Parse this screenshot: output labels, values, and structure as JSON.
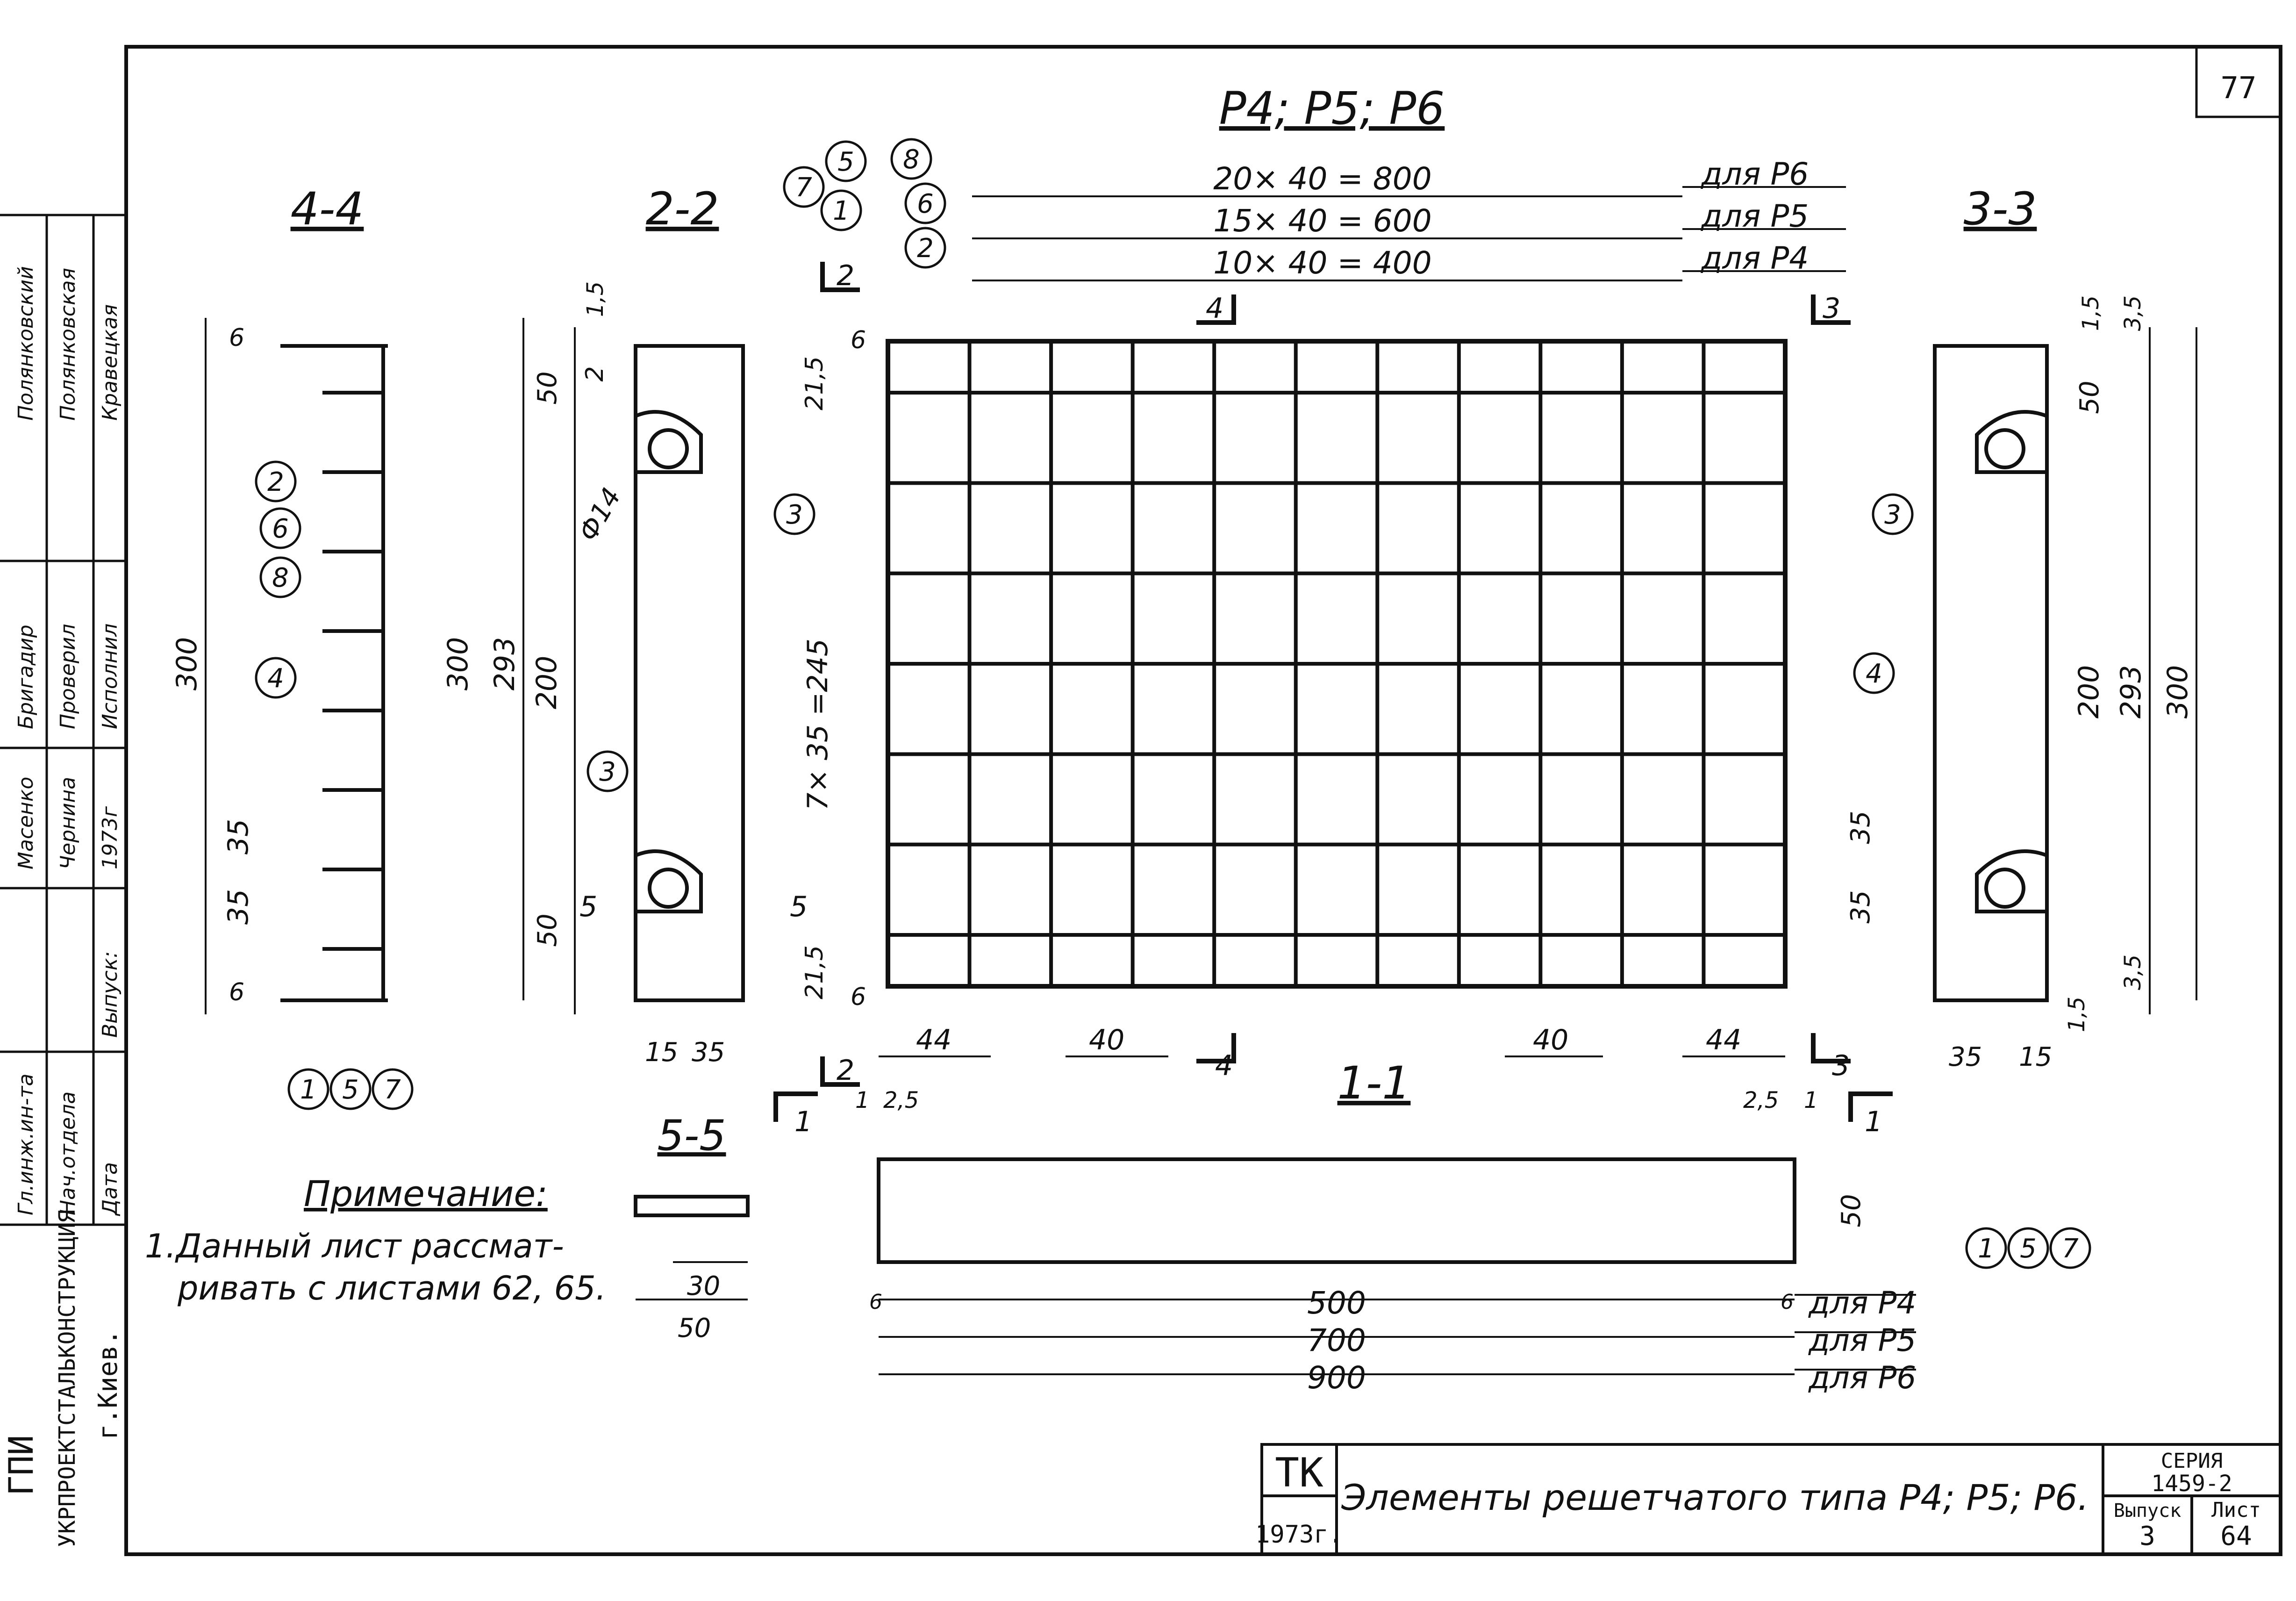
{
  "sheet_number": "77",
  "title": "P4; P5; P6",
  "sections": {
    "s44": "4-4",
    "s22": "2-2",
    "s33": "3-3",
    "s11": "1-1",
    "s55": "5-5",
    "cut2": "2",
    "cut4": "4",
    "cut3": "3",
    "cut1": "1",
    "cut5": "5"
  },
  "top_dims": [
    {
      "expr": "20× 40 = 800",
      "for": "для P6"
    },
    {
      "expr": "15× 40 = 600",
      "for": "для P5"
    },
    {
      "expr": "10× 40 = 400",
      "for": "для P4"
    }
  ],
  "bottom_dims": [
    {
      "value": "500",
      "for": "для P4"
    },
    {
      "value": "700",
      "for": "для P5"
    },
    {
      "value": "900",
      "for": "для P6"
    }
  ],
  "dims": {
    "d6": "6",
    "d300": "300",
    "d35": "35",
    "d15": "15",
    "d1_5": "1,5",
    "d50": "50",
    "d2": "2",
    "d200": "200",
    "d293": "293",
    "d21_5": "21,5",
    "d7x35": "7× 35 =245",
    "d44": "44",
    "d40": "40",
    "d2_5": "2,5",
    "d1": "1",
    "d3_5": "3,5",
    "d30": "30",
    "d14": "Ф14"
  },
  "callouts": {
    "c1": "1",
    "c2": "2",
    "c3": "3",
    "c4": "4",
    "c5": "5",
    "c6": "6",
    "c7": "7",
    "c8": "8"
  },
  "note": {
    "heading": "Примечание:",
    "line1": "1.Данный лист рассмат-",
    "line2": "ривать с листами 62, 65."
  },
  "side_block": {
    "org1": "ГПИ",
    "org2": "УКРПРОЕКТСТАЛЬКОНСТРУКЦИЯ",
    "org3": "г.Киев.",
    "r1": "Гл.инж.ин-та",
    "r2": "Нач.отдела",
    "r3": "Дата",
    "r4": "Выпуск:",
    "n1": "Масенко",
    "n2": "Чернина",
    "n3": "Бригадир",
    "n4": "Проверил",
    "n5": "Исполнил",
    "n6": "Полянковский",
    "n7": "Полянковская",
    "n8": "Кравецкая",
    "year_side": "1973г"
  },
  "title_block": {
    "code": "ТК",
    "year": "1973г.",
    "title": "Элементы решетчатого типа P4; P5; P6.",
    "series_label": "СЕРИЯ",
    "series": "1459-2",
    "issue_label": "Выпуск",
    "issue": "3",
    "sheet_label": "Лист",
    "sheet": "64"
  }
}
